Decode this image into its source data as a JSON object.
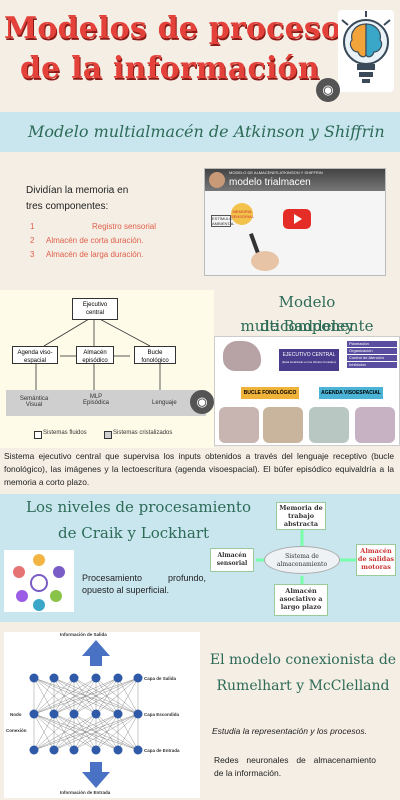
{
  "header": {
    "title_line1": "Modelos de procesos",
    "title_line2": "de la información"
  },
  "section1": {
    "heading": "Modelo multialmacén de Atkinson y Shiffrin",
    "intro_line1": "Dividían la memoria en",
    "intro_line2": "tres componentes:",
    "items": [
      {
        "num": "1",
        "text": "Registro sensorial"
      },
      {
        "num": "2",
        "text": "Almacén de corta duración."
      },
      {
        "num": "3",
        "text": "Almacén de larga duración."
      }
    ],
    "video": {
      "channel_text": "MODELO DE ALMACENES ATKINSON Y SHIFFRIN",
      "title": "modelo trialmacen",
      "whiteboard_labels": [
        "ESTÍMULO AMBIENTAL",
        "MEMORIA SENSORIAL"
      ]
    }
  },
  "section2": {
    "heading_line1": "Modelo multicomponente",
    "heading_line2": "de Baddeley",
    "diagram": {
      "central": "Ejecutivo central",
      "agenda": "Agenda viso-espacial",
      "almacen": "Almacén episódico",
      "bucle": "Bucle fonológico",
      "semantica": "Semántica Visual",
      "mlp": "MLP Episódica",
      "lenguaje": "Lenguaje",
      "legend_fluid": "Sistemas fluidos",
      "legend_cryst": "Sistemas cristalizados"
    },
    "brain_card": {
      "central": "EJECUTIVO CENTRAL",
      "central_sub": "(Está localizado en los lóbulos frontales)",
      "bucle": "BUCLE FONOLÓGICO",
      "agenda": "AGENDA VISOESPACIAL",
      "tags": [
        "Planeación",
        "Organización",
        "Control de Atención",
        "Inhibición"
      ]
    },
    "description": "Sistema ejecutivo central que supervisa los inputs obtenidos a través del lenguaje receptivo (bucle fonológico), las imágenes y la lectoescritura (agenda visoespacial). El búfer episódico equivaldría a la memoria a corto plazo."
  },
  "section3": {
    "heading_line1": "Los niveles de procesamiento",
    "heading_line2": "de Craik y Lockhart",
    "text_line1": "Procesamiento profundo,",
    "text_line2": "opuesto al superficial.",
    "diagram": {
      "working": "Memoria de trabajo abstracta",
      "sensory": "Almacén sensorial",
      "center": "Sistema de almacenamiento",
      "motor": "Almacén de salidas motoras",
      "longterm": "Almacén asociativo a largo plazo"
    }
  },
  "section4": {
    "heading_line1": "El modelo conexionista de",
    "heading_line2": "Rumelhart y McClelland",
    "italic_text": "Estudia la representación y los procesos.",
    "text_line1": "Redes neuronales de almacenamiento",
    "text_line2": "de la información.",
    "nn": {
      "top": "Información de Salida",
      "bottom": "Información de Entrada",
      "layer_out": "Capa de Salida",
      "layer_hidden": "Capa Escondida",
      "layer_in": "Capa de Entrada",
      "nodo": "Nodo",
      "conexion": "Conexión"
    }
  },
  "colors": {
    "title_red": "#e4413b",
    "heading_green": "#2d6b57",
    "list_red": "#e0604c",
    "blue_band": "#c9e6ef",
    "cream": "#f4eee4"
  }
}
